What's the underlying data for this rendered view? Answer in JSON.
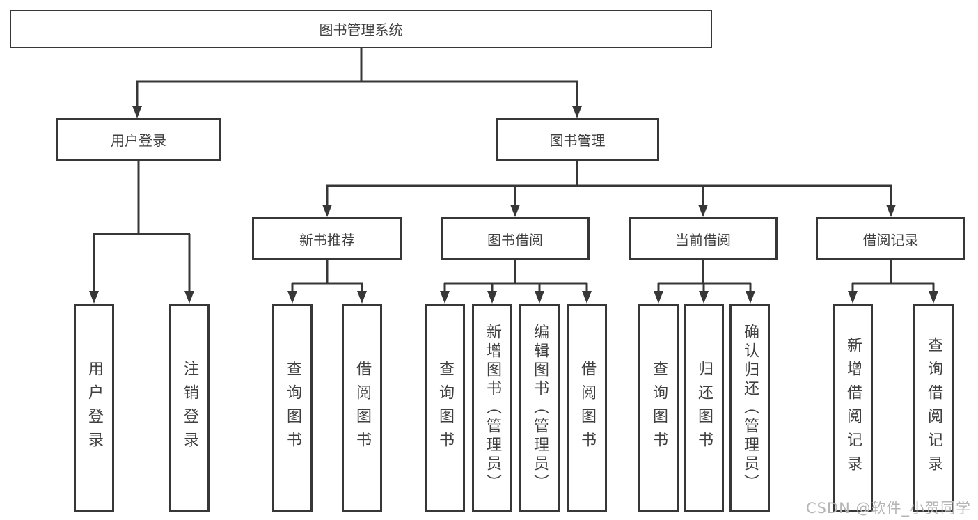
{
  "diagram_title": "图书管理系统",
  "colors": {
    "line": "#373737",
    "text": "#3f3f3f",
    "box_bg": "#ffffff",
    "watermark": "#b5b5b5",
    "background": "#ffffff"
  },
  "tree": {
    "label": "图书管理系统",
    "children": [
      {
        "label": "用户登录",
        "children": [
          {
            "label": "用户登录"
          },
          {
            "label": "注销登录"
          }
        ]
      },
      {
        "label": "图书管理",
        "children": [
          {
            "label": "新书推荐",
            "children": [
              {
                "label": "查询图书"
              },
              {
                "label": "借阅图书"
              }
            ]
          },
          {
            "label": "图书借阅",
            "children": [
              {
                "label": "查询图书"
              },
              {
                "label": "新增图书（管理员）"
              },
              {
                "label": "编辑图书（管理员）"
              },
              {
                "label": "借阅图书"
              }
            ]
          },
          {
            "label": "当前借阅",
            "children": [
              {
                "label": "查询图书"
              },
              {
                "label": "归还图书"
              },
              {
                "label": "确认归还（管理员）"
              }
            ]
          },
          {
            "label": "借阅记录",
            "children": [
              {
                "label": "新增借阅记录"
              },
              {
                "label": "查询借阅记录"
              }
            ]
          }
        ]
      }
    ]
  },
  "watermark": {
    "text": "CSDN @软件_小贺同学"
  }
}
